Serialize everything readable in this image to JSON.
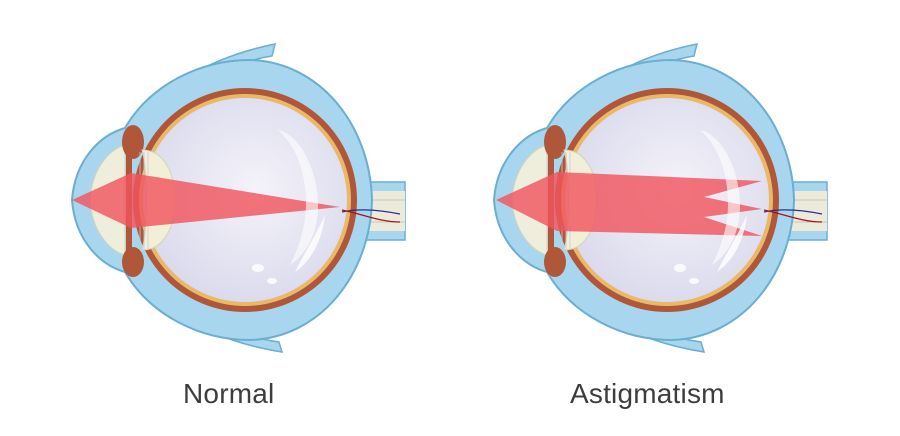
{
  "diagram": {
    "title": "Normal eye vs astigmatism light focus comparison",
    "colors": {
      "sclera_outer": "#a9d6ef",
      "sclera_stroke": "#6aaed0",
      "choroid": "#b0573a",
      "retina": "#e9b96a",
      "vitreous": "#e4e4f2",
      "lens": "#f1efd8",
      "cornea_fill": "#efeedc",
      "light_beam": "#f0565f",
      "nerve_fill": "#eceadb",
      "vein": "#2b2f8a",
      "artery": "#a3141c",
      "caption_text": "#3d3d3d"
    },
    "panels": [
      {
        "id": "normal",
        "caption": "Normal",
        "beam": "single focal point on retina"
      },
      {
        "id": "astigmatism",
        "caption": "Astigmatism",
        "beam": "multiple focal points, split beams"
      }
    ]
  }
}
